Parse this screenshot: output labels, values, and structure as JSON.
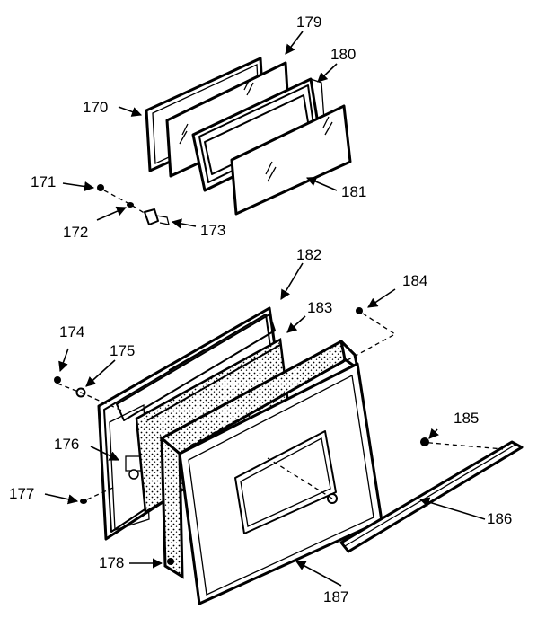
{
  "callouts": {
    "c170": "170",
    "c171": "171",
    "c172": "172",
    "c173": "173",
    "c174": "174",
    "c175": "175",
    "c176": "176",
    "c177": "177",
    "c178": "178",
    "c179": "179",
    "c180": "180",
    "c181": "181",
    "c182": "182",
    "c183": "183",
    "c184": "184",
    "c185": "185",
    "c186": "186",
    "c187": "187"
  }
}
